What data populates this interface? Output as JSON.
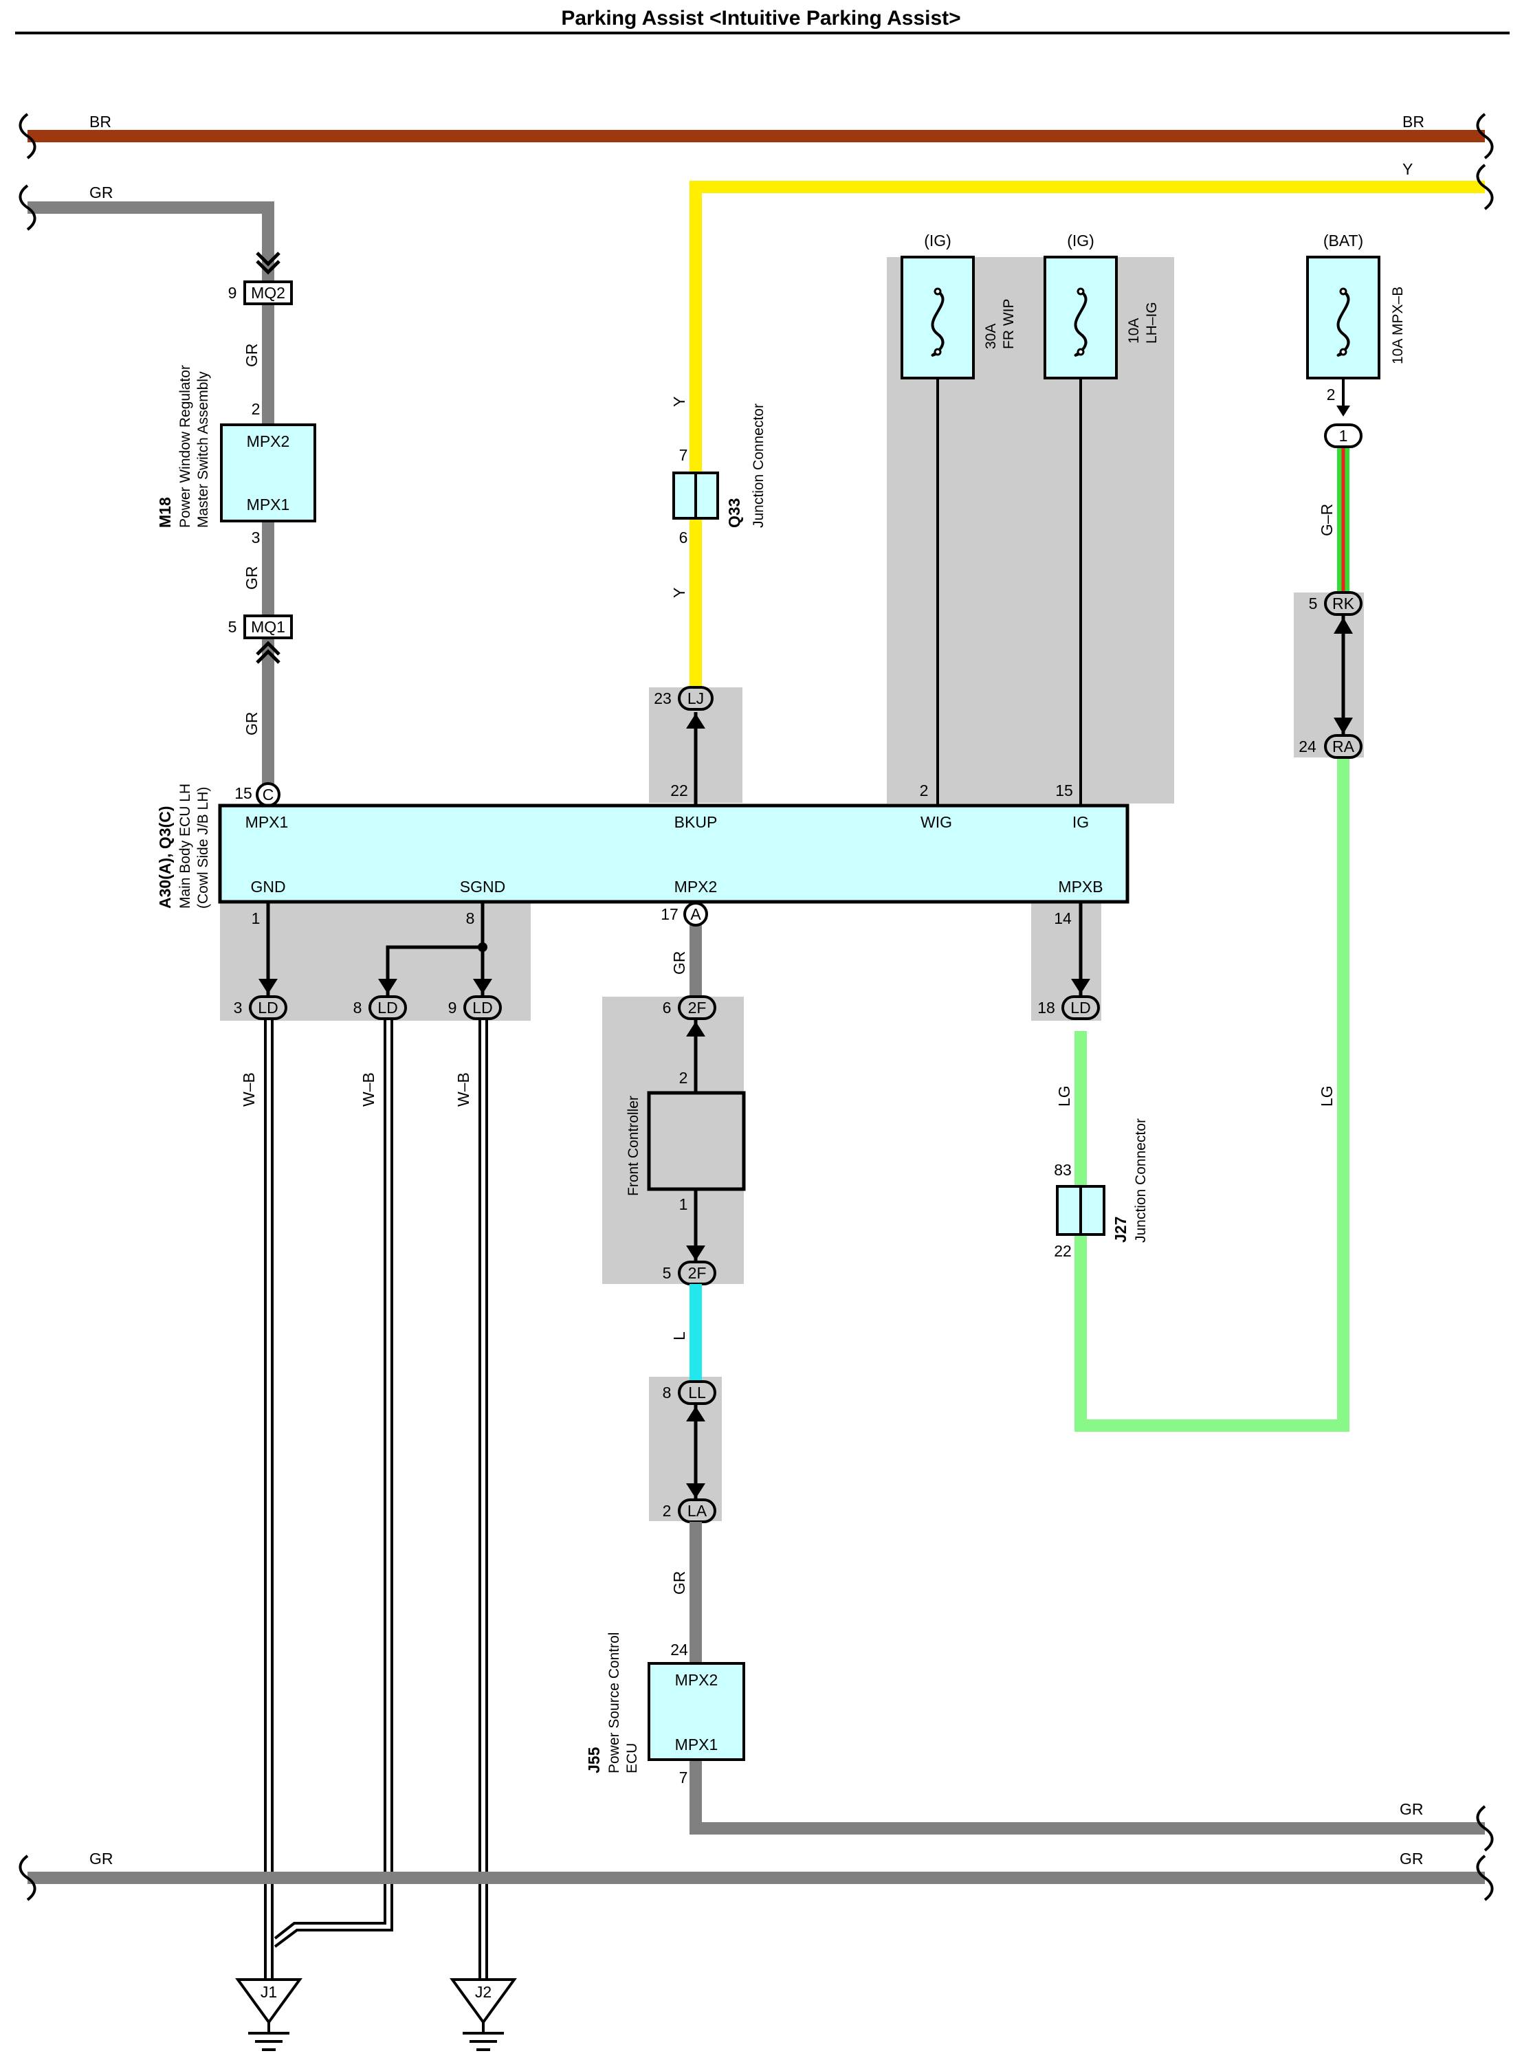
{
  "title": "Parking Assist <Intuitive Parking Assist>",
  "colors": {
    "BR": "#a0380f",
    "GR": "#808080",
    "Y": "#ffee00",
    "LG": "#88f888",
    "L": "#22e8ee",
    "G": "#33dd33",
    "R": "#ee2222",
    "component": "#ccffff",
    "shade": "#cccccc"
  },
  "bus": {
    "top_br": "BR",
    "top_y": "Y",
    "bottom_gr": "GR"
  },
  "wires": {
    "gr": "GR",
    "y": "Y",
    "gr_r": "G–R",
    "lg": "LG",
    "l": "L",
    "wb": "W–B"
  },
  "fuses": [
    {
      "supply": "(IG)",
      "rating": "30A",
      "name": "FR WIP"
    },
    {
      "supply": "(IG)",
      "rating": "10A",
      "name": "LH–IG"
    },
    {
      "supply": "(BAT)",
      "label": "10A MPX–B"
    }
  ],
  "components": {
    "m18": {
      "id": "M18",
      "desc1": "Power Window Regulator",
      "desc2": "Master Switch Assembly",
      "t1": "MPX2",
      "t2": "MPX1",
      "p1": "2",
      "p2": "3"
    },
    "q33": {
      "id": "Q33",
      "desc": "Junction Connector",
      "p1": "7",
      "p2": "6"
    },
    "main_ecu": {
      "id": "A30(A), Q3(C)",
      "desc1": "Main Body ECU LH",
      "desc2": "(Cowl Side J/B LH)",
      "top_terms": [
        "MPX1",
        "BKUP",
        "WIG",
        "IG"
      ],
      "bottom_terms": [
        "GND",
        "SGND",
        "MPX2",
        "MPXB"
      ],
      "top_pins": [
        "15",
        "22",
        "2",
        "15"
      ],
      "bottom_pins": [
        "1",
        "8",
        "17",
        "14"
      ],
      "conn_c": "C",
      "conn_a": "A"
    },
    "front_ctrl": {
      "desc": "Front Controller",
      "p1": "2",
      "p2": "1"
    },
    "j27": {
      "id": "J27",
      "desc": "Junction Connector",
      "p1": "83",
      "p2": "22"
    },
    "j55": {
      "id": "J55",
      "desc1": "Power Source Control",
      "desc2": "ECU",
      "t1": "MPX2",
      "t2": "MPX1",
      "p1": "24",
      "p2": "7"
    }
  },
  "connectors": {
    "mq2": {
      "label": "MQ2",
      "pin": "9"
    },
    "mq1": {
      "label": "MQ1",
      "pin": "5"
    },
    "lj": {
      "label": "LJ",
      "pin": "23"
    },
    "c1": {
      "label": "1",
      "pin": "2"
    },
    "rk": {
      "label": "RK",
      "pin": "5"
    },
    "ra": {
      "label": "RA",
      "pin": "24"
    },
    "ld3": {
      "label": "LD",
      "pin": "3"
    },
    "ld8": {
      "label": "LD",
      "pin": "8"
    },
    "ld9": {
      "label": "LD",
      "pin": "9"
    },
    "f2_6": {
      "label": "2F",
      "pin": "6"
    },
    "f2_5": {
      "label": "2F",
      "pin": "5"
    },
    "ld18": {
      "label": "LD",
      "pin": "18"
    },
    "ll": {
      "label": "LL",
      "pin": "8"
    },
    "la": {
      "label": "LA",
      "pin": "2"
    }
  },
  "grounds": [
    "J1",
    "J2"
  ]
}
